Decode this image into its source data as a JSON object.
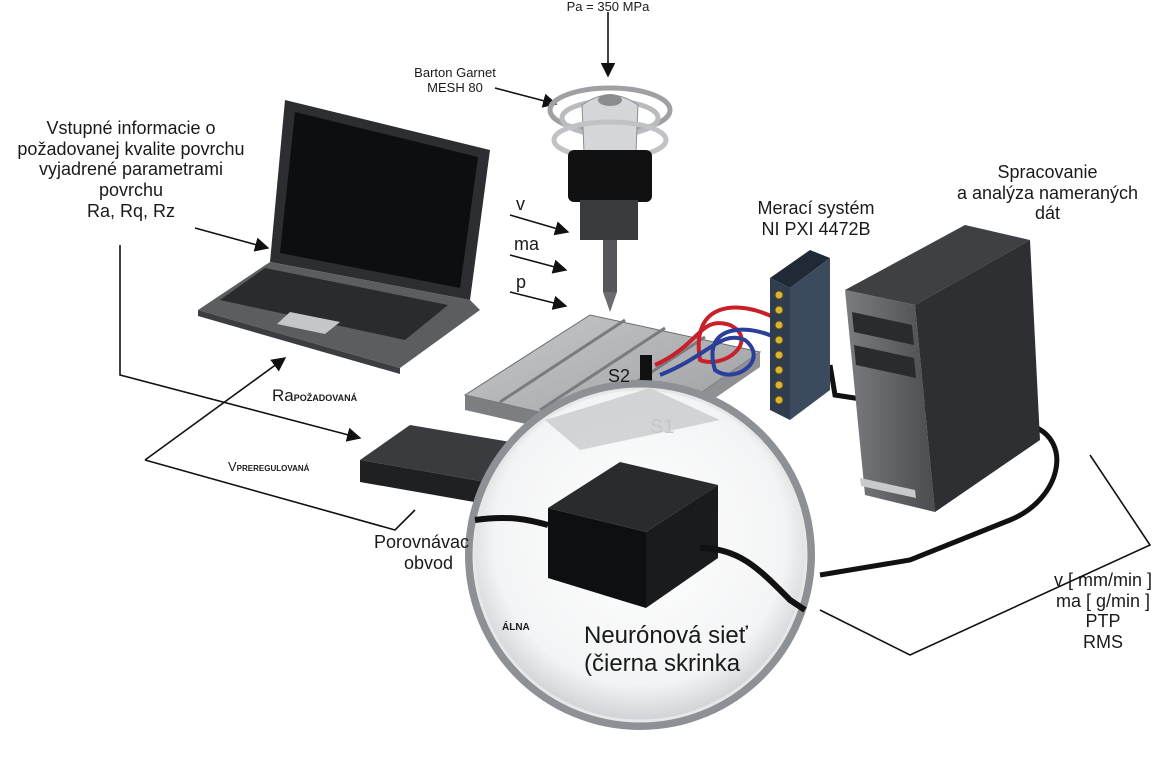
{
  "labels": {
    "pressure": "Pa = 350 MPa",
    "abrasive_line1": "Barton Garnet",
    "abrasive_line2": "MESH 80",
    "input_line1": "Vstupné informacie o",
    "input_line2": "požadovanej kvalite povrchu",
    "input_line3": "vyjadrené parametrami",
    "input_line4": "povrchu",
    "input_line5": "Ra, Rq, Rz",
    "param_v": "v",
    "param_ma": "ma",
    "param_p": "p",
    "measure_line1": "Merací systém",
    "measure_line2": "NI PXI 4472B",
    "processing_line1": "Spracovanie",
    "processing_line2": "a analýza nameraných",
    "processing_line3": "dát",
    "sensor_s2": "S2",
    "sensor_s1": "S1",
    "ra_main": "Ra",
    "ra_sub": "POŽADOVANÁ",
    "v_main": "V",
    "v_sub": "PREREGULOVANÁ",
    "compare_line1": "Porovnávac",
    "compare_line2": "obvod",
    "alna": "ÁLNA",
    "nn_line1": "Neurónová sieť",
    "nn_line2": "(čierna skrinka",
    "out_line1": "v [ mm/min ]",
    "out_line2": "ma [ g/min ]",
    "out_line3": "PTP",
    "out_line4": "RMS"
  },
  "colors": {
    "wire_red": "#c8202a",
    "wire_blue": "#2a3f9a",
    "daq_body": "#2f3d4e",
    "tower": "#5a5c60"
  }
}
